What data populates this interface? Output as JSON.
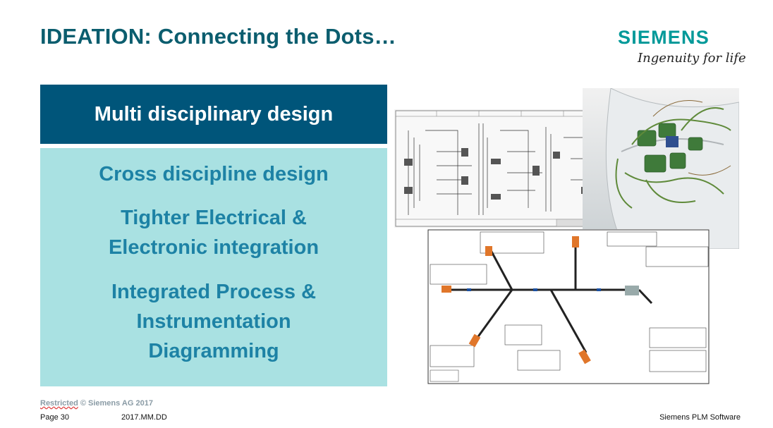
{
  "slide": {
    "title": "IDEATION: Connecting the Dots…",
    "logo": {
      "word": "SIEMENS",
      "tagline": "Ingenuity for life"
    },
    "header_box": "Multi disciplinary design",
    "items": [
      "Cross discipline design",
      "Tighter Electrical &",
      "Electronic integration",
      "Integrated Process &",
      "Instrumentation",
      "Diagramming"
    ],
    "images": [
      "schematic-diagram",
      "3d-wire-harness-render",
      "cable-harness-drawing"
    ]
  },
  "footer": {
    "restricted_word": "Restricted",
    "copyright": "© Siemens AG 2017",
    "page": "Page 30",
    "date": "2017.MM.DD",
    "company": "Siemens PLM Software"
  },
  "colors": {
    "title": "#0b5d6e",
    "header_box": "#00557a",
    "body_box": "#a9e1e2",
    "body_text": "#1d82a5",
    "siemens_teal": "#009999"
  }
}
